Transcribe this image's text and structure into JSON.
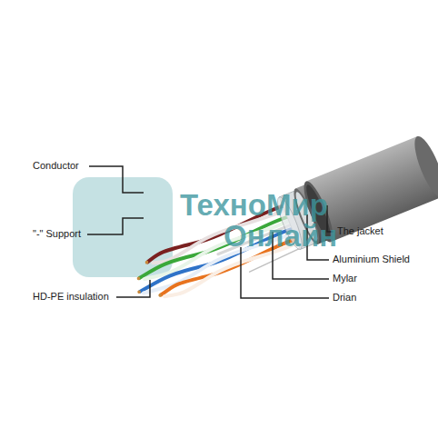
{
  "diagram": {
    "labels": [
      "Conductor",
      "\"-\" Support",
      "HD-PE insulation",
      "The jacket",
      "Aluminium Shield",
      "Mylar",
      "Drian",
      "ТехноМир",
      "Онлайн"
    ]
  }
}
